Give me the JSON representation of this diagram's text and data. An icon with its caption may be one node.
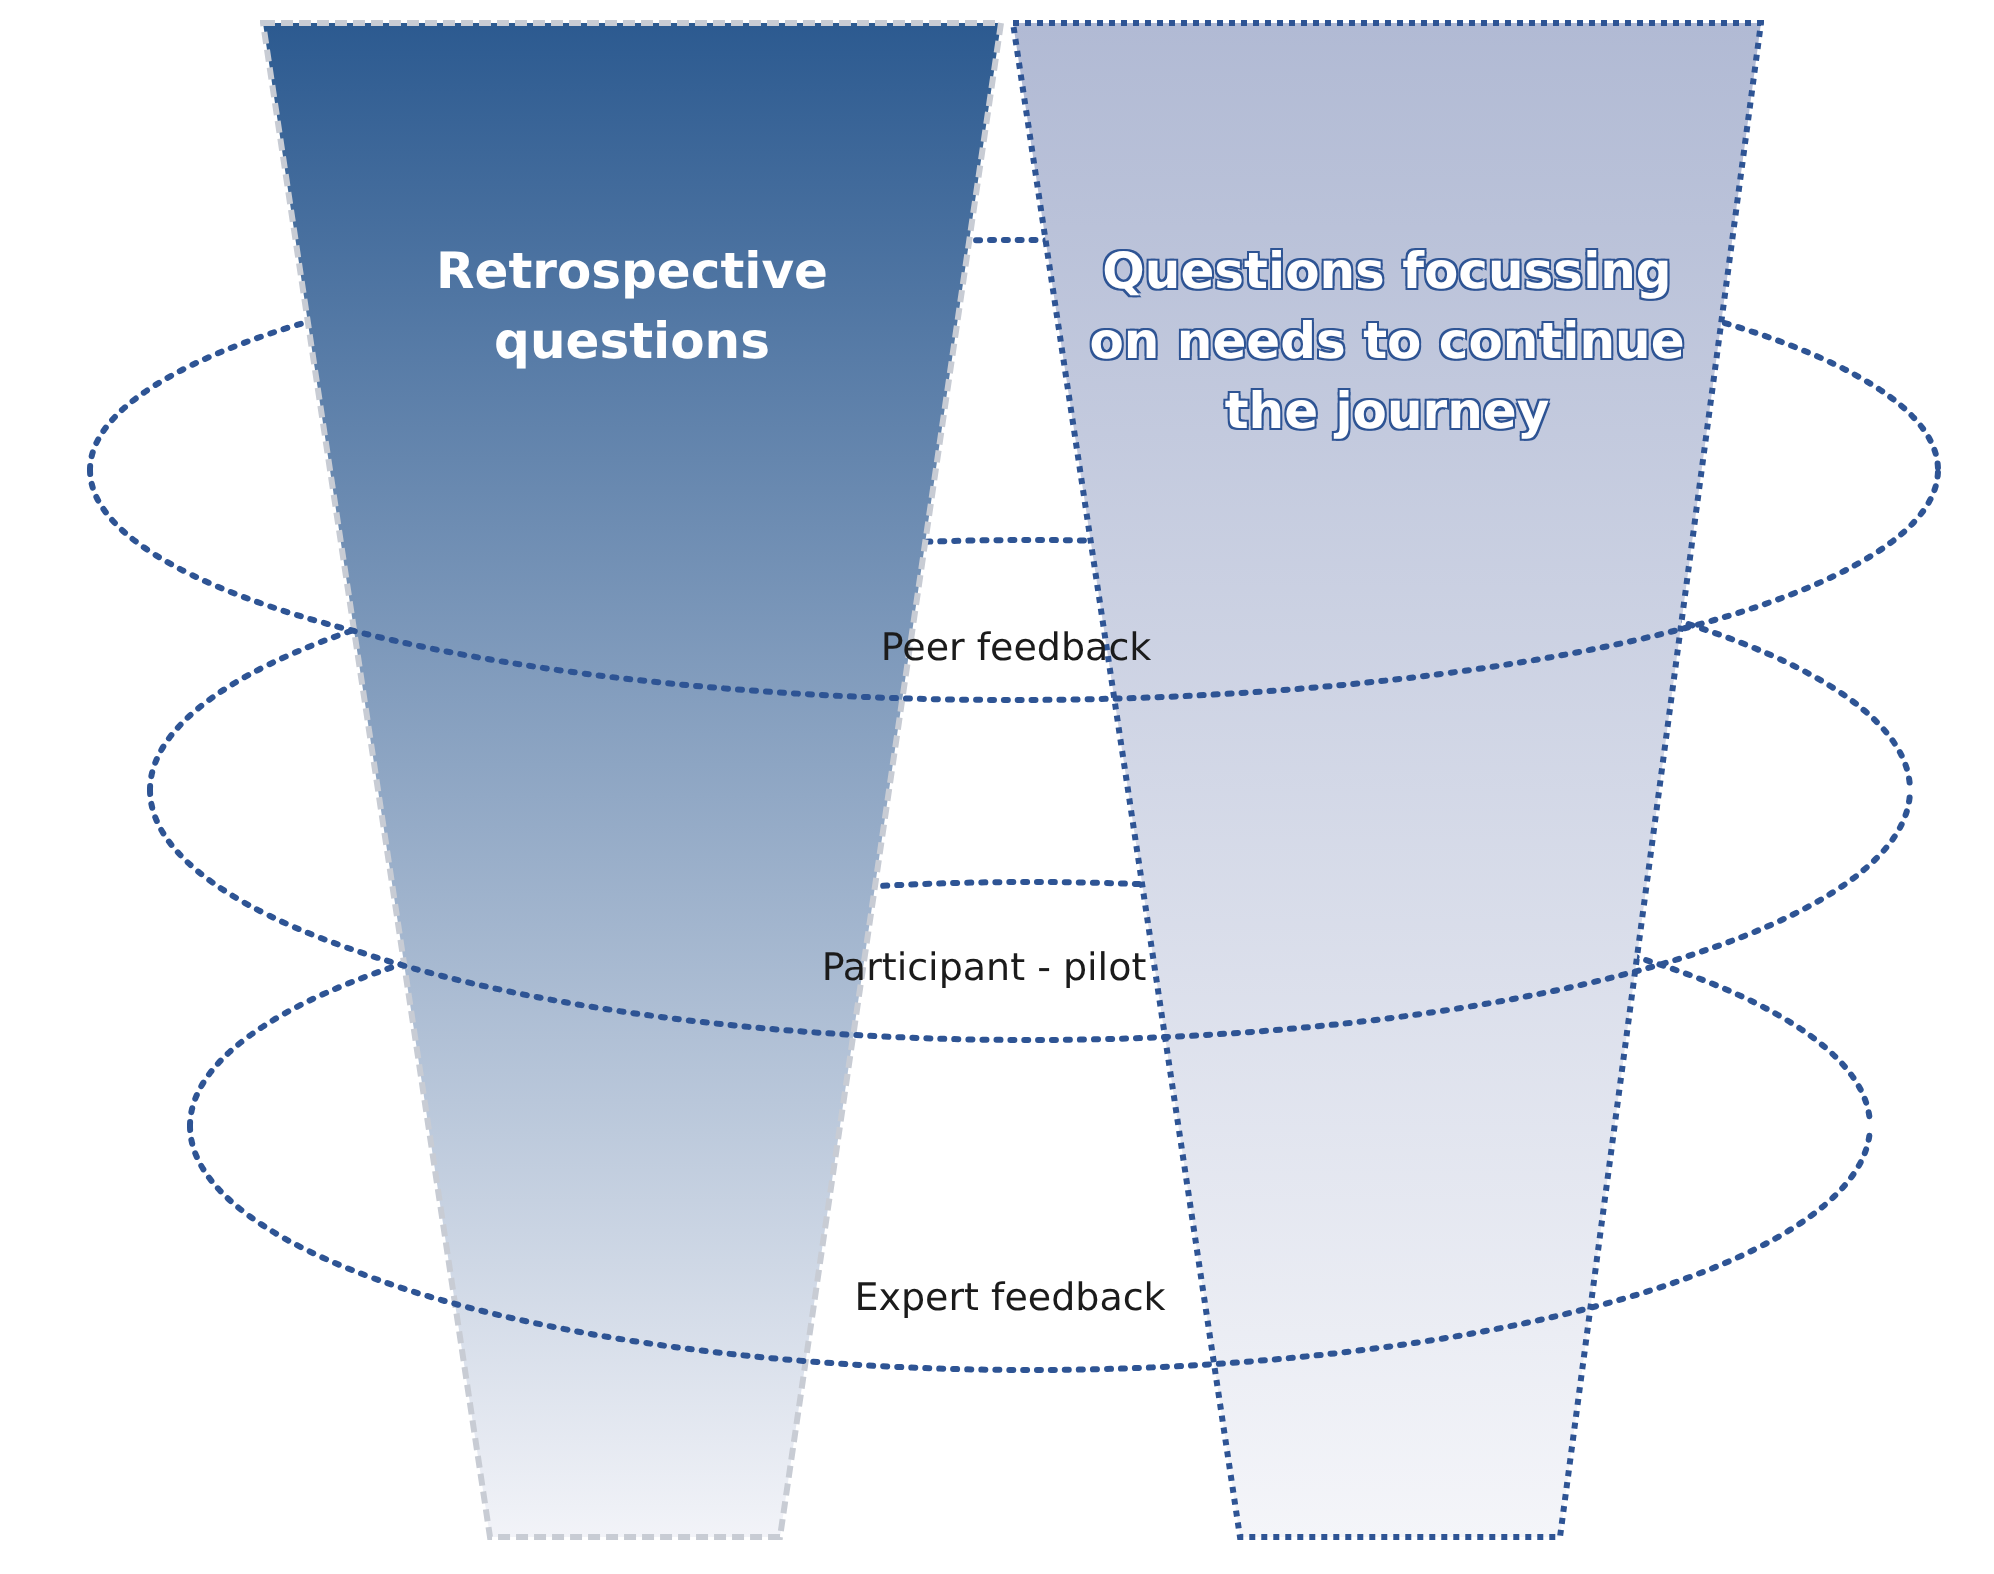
{
  "diagram": {
    "nodes": [
      {
        "text": [
          "Retrospective questions"
        ]
      },
      {
        "text": [
          "Questions focussing on needs to continue the journey"
        ]
      }
    ],
    "labels": [
      "Peer feedback",
      "Participant - pilot",
      "Expert feedback"
    ]
  }
}
